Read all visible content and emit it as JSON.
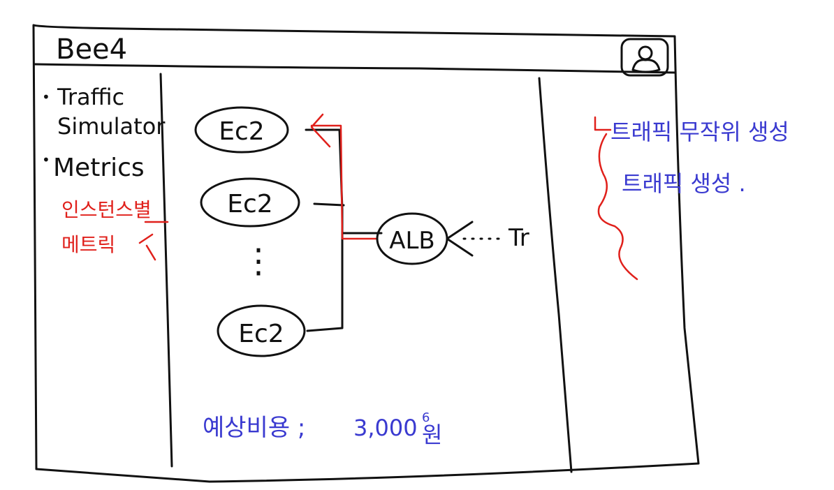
{
  "app": {
    "title": "Bee4",
    "profile_icon": "user-avatar-icon"
  },
  "sidebar": {
    "items": [
      {
        "bullet": "•",
        "label_line1": "Traffic",
        "label_line2": "Simulator"
      },
      {
        "bullet": "•",
        "label": "Metrics"
      }
    ],
    "annotation_line1": "인스턴스별",
    "annotation_line2": "메트릭"
  },
  "diagram": {
    "nodes": [
      {
        "label": "Ec2"
      },
      {
        "label": "Ec2"
      },
      {
        "label": "Ec2"
      }
    ],
    "balancer_label": "ALB",
    "traffic_label": "Tr",
    "ellipsis_dots": "⋮"
  },
  "estimate": {
    "label": "예상비용 ;",
    "value": "3,000",
    "exponent": "6",
    "unit": "원"
  },
  "right_panel": {
    "option_random": "트래픽 무작위 생성",
    "option_generate": "트래픽 생성 ."
  },
  "colors": {
    "ink": "#111111",
    "annotation_red": "#e0201b",
    "annotation_blue": "#3a3ad0"
  }
}
